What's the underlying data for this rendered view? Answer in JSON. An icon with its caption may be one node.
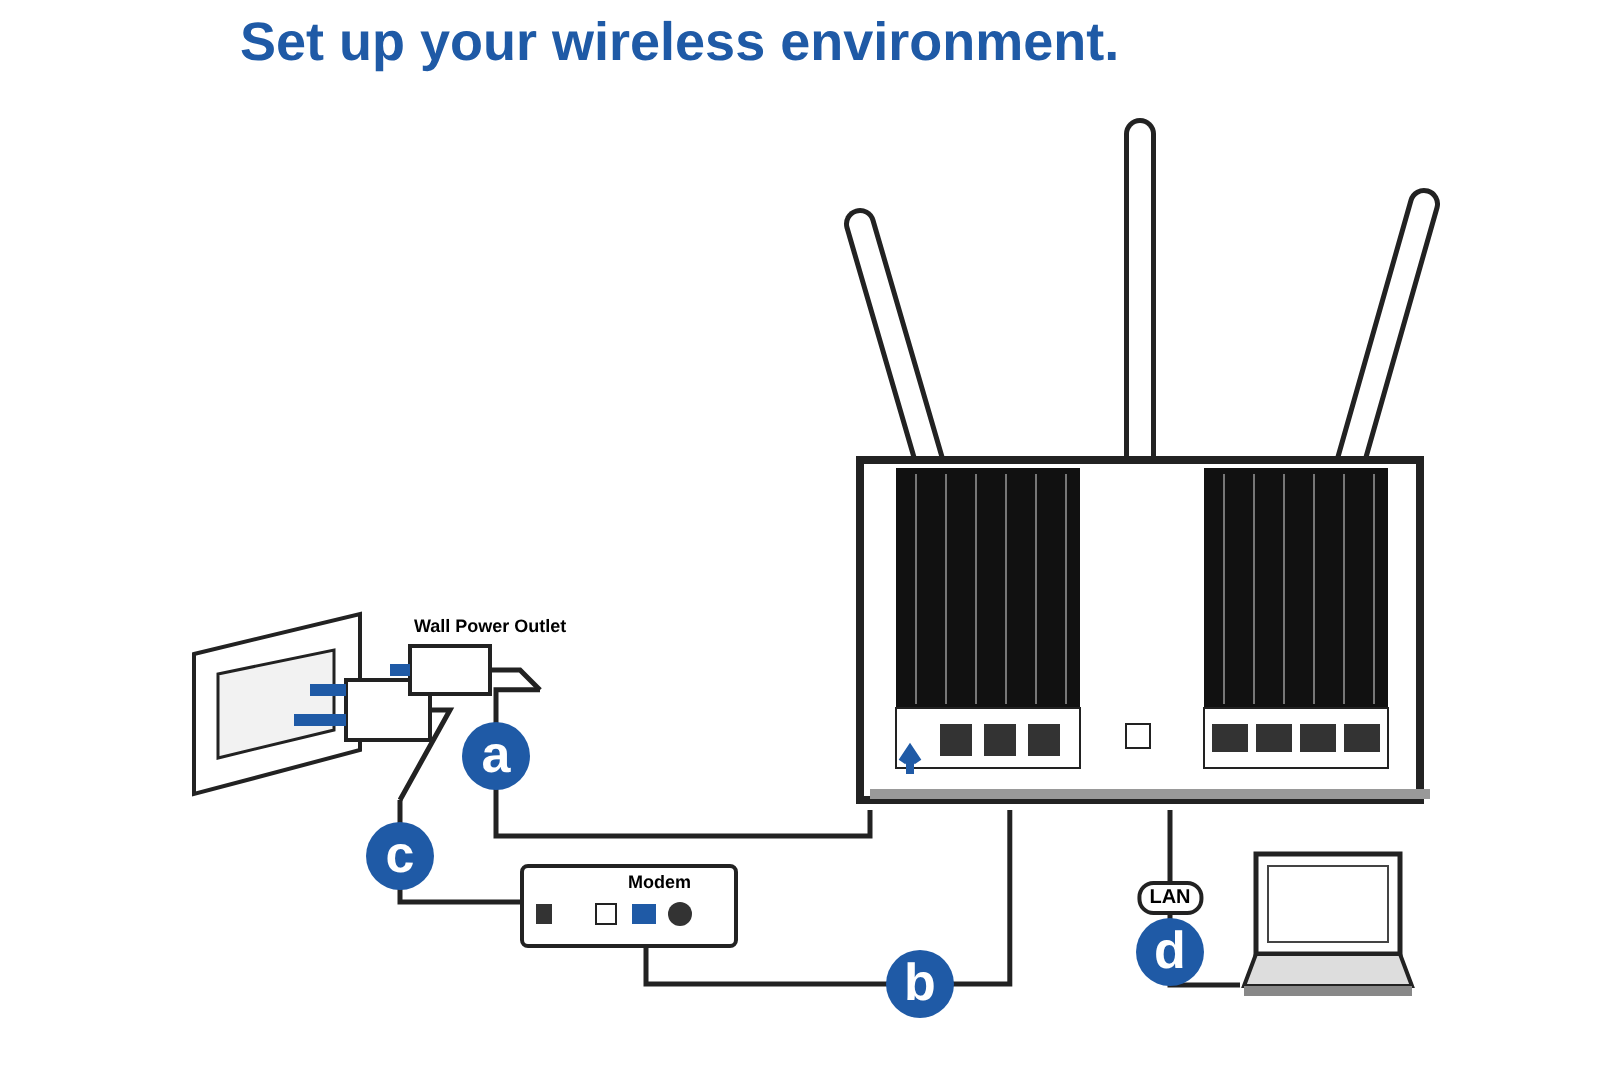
{
  "diagram": {
    "title": "Set up your wireless environment.",
    "nodes": [
      {
        "text": [
          "Wall Power Outlet"
        ]
      },
      {
        "text": [],
        "shape": "picture"
      },
      {
        "text": [
          "Modem"
        ]
      },
      {
        "text": [],
        "shape": "picture"
      }
    ],
    "edges": [
      {
        "from": 0,
        "to": 1,
        "arrow": "none",
        "label": "a"
      },
      {
        "from": 0,
        "to": 2,
        "arrow": "none",
        "label": "c"
      },
      {
        "from": 2,
        "to": 1,
        "arrow": "none",
        "label": "b"
      },
      {
        "from": 3,
        "to": 1,
        "arrow": "none",
        "label": "d"
      }
    ],
    "labels": [
      "LAN"
    ]
  }
}
